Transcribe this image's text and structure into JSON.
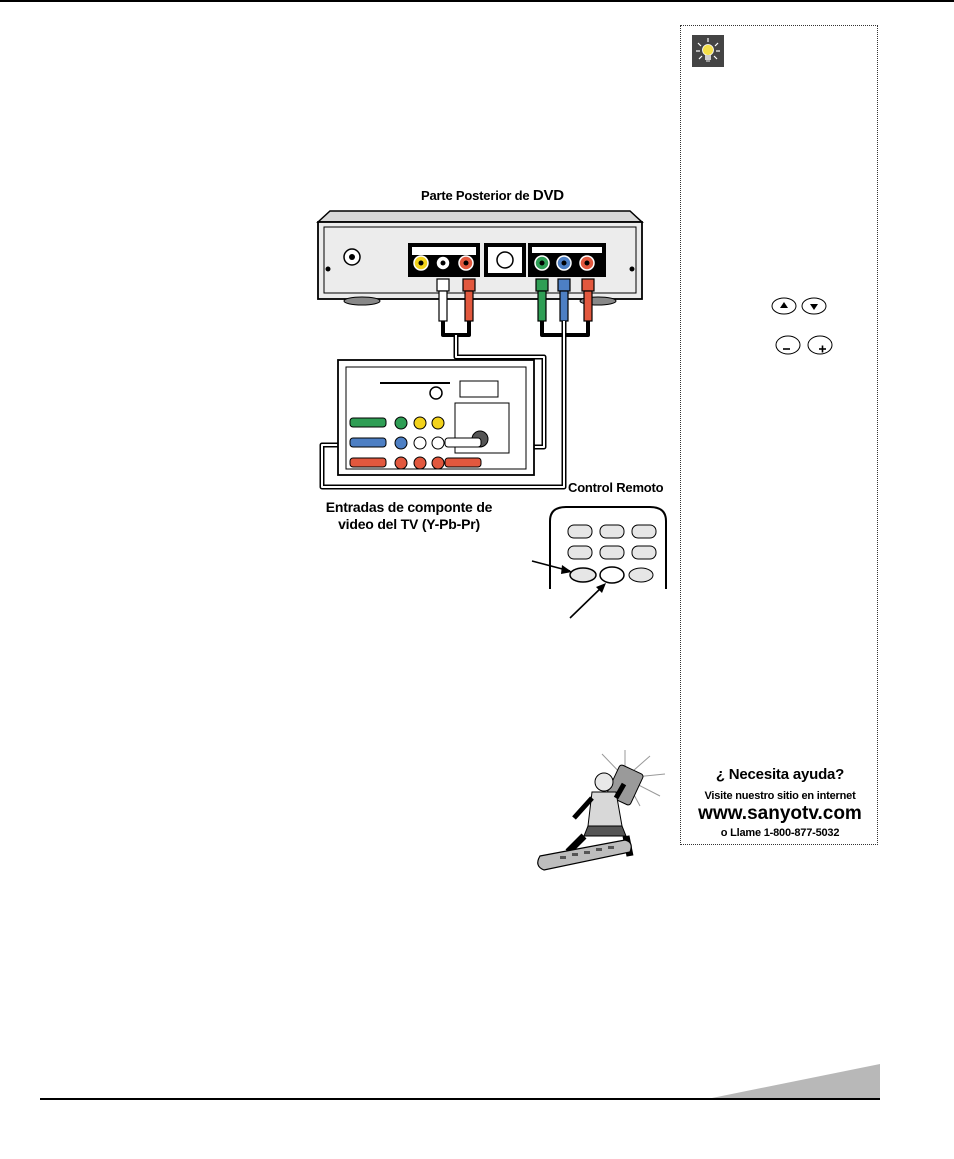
{
  "diagram": {
    "dvd_caption_prefix": "Parte Posterior de",
    "dvd_caption_brand": "DVD",
    "remote_caption": "Control Remoto",
    "tv_inputs_caption_line1": "Entradas de componte de",
    "tv_inputs_caption_line2": "video del TV (Y-Pb-Pr)"
  },
  "sidebar": {
    "help_title": "¿ Necesita ayuda?",
    "help_visit": "Visite nuestro sitio en internet",
    "help_url": "www.sanyotv.com",
    "help_phone": "o Llame 1-800-877-5032"
  },
  "colors": {
    "cable_white": "#ffffff",
    "cable_red": "#e2583e",
    "cable_green": "#2f9e55",
    "cable_blue": "#4d7fc4",
    "jack_yellow": "#f2d21b",
    "panel_gray": "#e6e6e6",
    "wedge_gray": "#b8b8b8"
  },
  "icons": [
    "lightbulb-icon",
    "arrow-up-button-icon",
    "arrow-down-button-icon",
    "minus-button-icon",
    "plus-button-icon"
  ]
}
